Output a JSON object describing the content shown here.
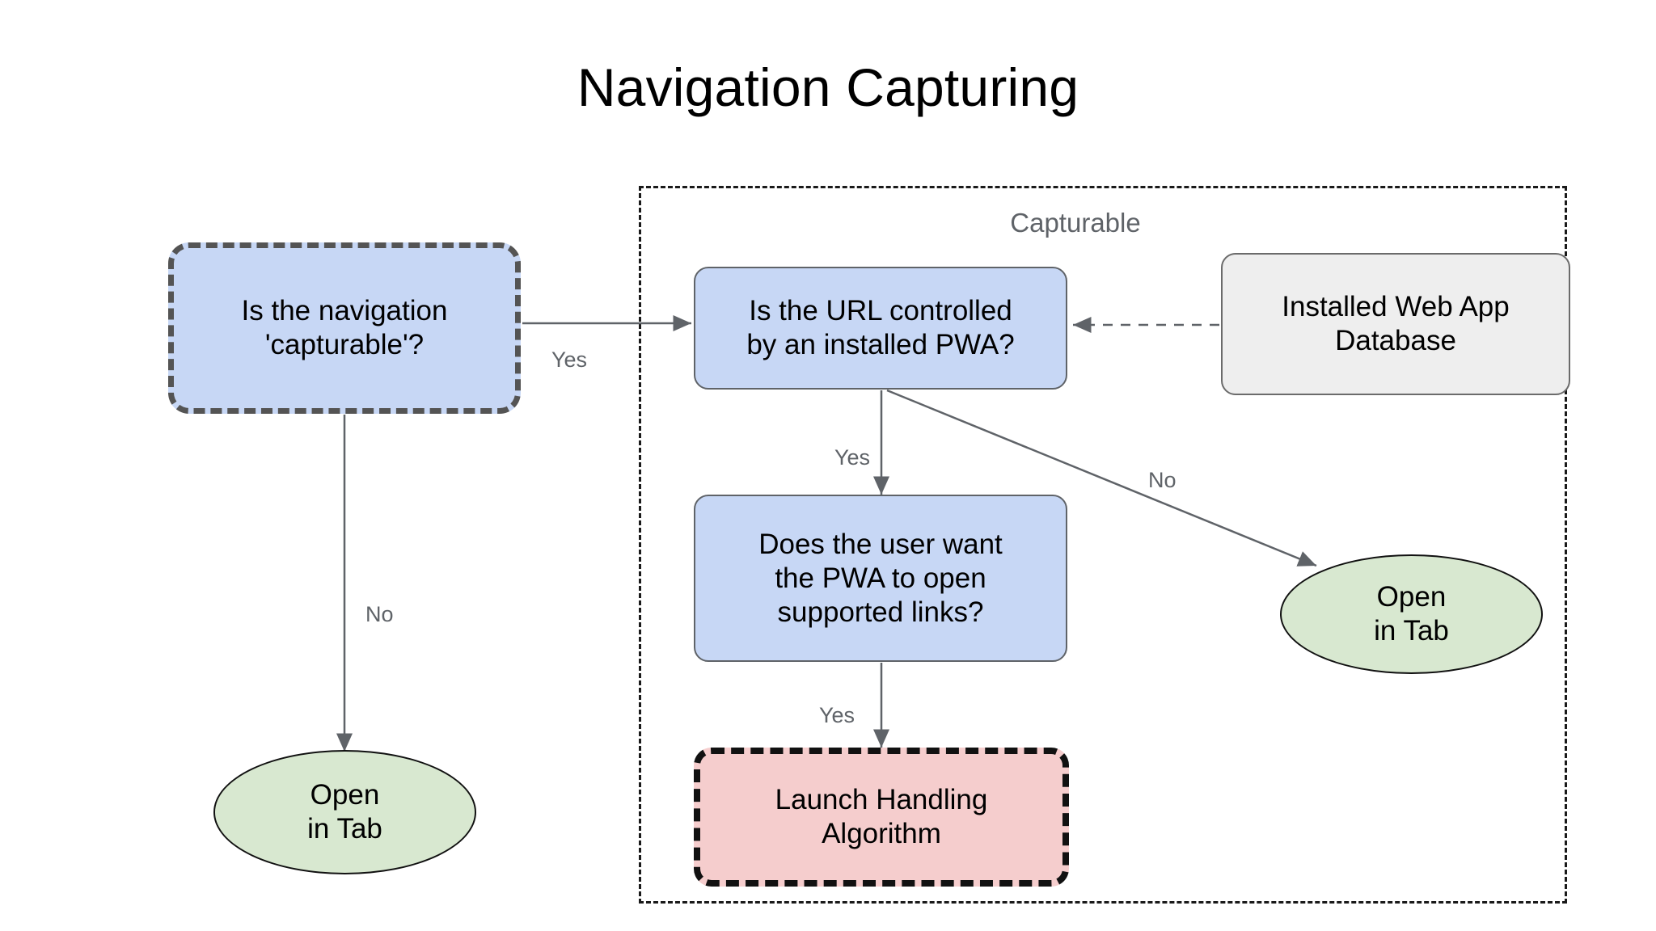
{
  "title": "Navigation Capturing",
  "group": {
    "label": "Capturable"
  },
  "nodes": {
    "is_capturable": "Is the navigation\n'capturable'?",
    "url_controlled": "Is the URL controlled\nby an installed PWA?",
    "installed_db": "Installed Web App\nDatabase",
    "user_want_open": "Does the user want\nthe PWA to open\nsupported links?",
    "launch_handling": "Launch Handling\nAlgorithm",
    "open_in_tab_left": "Open\nin Tab",
    "open_in_tab_right": "Open\nin Tab"
  },
  "edge_labels": {
    "capturable_yes": "Yes",
    "capturable_no": "No",
    "url_yes": "Yes",
    "url_no": "No",
    "user_yes": "Yes"
  },
  "colors": {
    "decision_fill": "#c7d7f5",
    "decision_stroke": "#5f6368",
    "database_fill": "#eeeeee",
    "terminal_fill": "#d8e8d0",
    "algorithm_fill": "#f5cdcd",
    "edge_stroke": "#5f6368",
    "group_stroke": "#1a1a1a",
    "label_text": "#5f6368",
    "body_text": "#000000",
    "background": "#ffffff"
  }
}
